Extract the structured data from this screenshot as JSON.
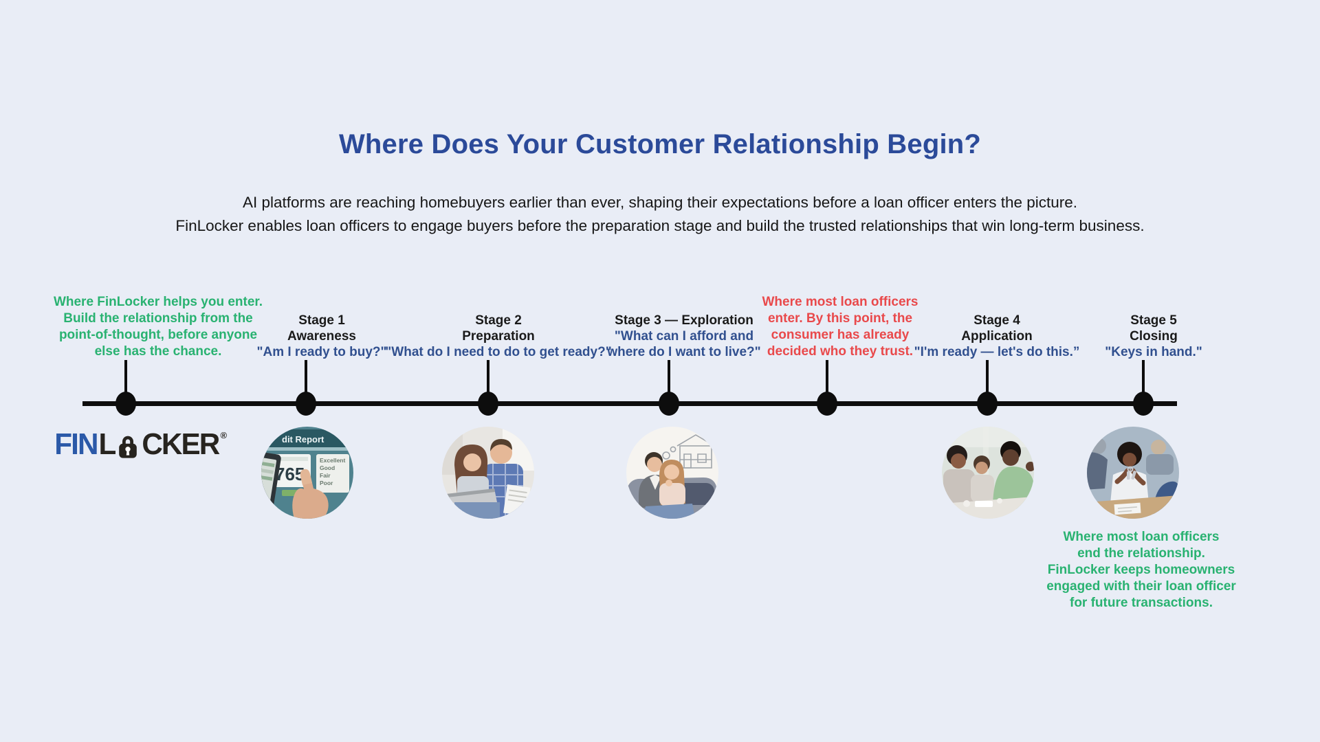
{
  "page": {
    "background": "#E9EDF6"
  },
  "colors": {
    "title_blue": "#2B4A99",
    "quote_navy": "#31508F",
    "callout_green": "#29B271",
    "callout_red": "#E9494B",
    "text_black": "#151515",
    "timeline_black": "#0D0D0D",
    "logo_blue": "#2B59A8",
    "logo_dark": "#27241F"
  },
  "header": {
    "title": "Where Does Your Customer Relationship Begin?",
    "subtitle_line1": "AI platforms are reaching homebuyers earlier than ever, shaping their expectations before a loan officer enters the picture.",
    "subtitle_line2": "FinLocker enables loan officers to engage buyers before the preparation stage and build the trusted relationships that win long-term business."
  },
  "timeline": {
    "nodes": [
      {
        "kind": "green-callout",
        "lines": [
          "Where FinLocker helps you enter.",
          "Build the relationship from the",
          "point-of-thought, before anyone",
          "else has the chance."
        ]
      },
      {
        "kind": "stage",
        "title": "Stage 1",
        "name": "Awareness",
        "quote": "\"Am I ready to buy?\""
      },
      {
        "kind": "stage",
        "title": "Stage 2",
        "name": "Preparation",
        "quote": "\"What do I need to do to get ready?\""
      },
      {
        "kind": "stage",
        "title": "Stage 3 — Exploration",
        "quote_line1": "\"What can I afford and",
        "quote_line2": "where do I want to live?\""
      },
      {
        "kind": "red-callout",
        "lines": [
          "Where most loan officers",
          "enter. By this point, the",
          "consumer has already",
          "decided who they trust."
        ]
      },
      {
        "kind": "stage",
        "title": "Stage 4",
        "name": "Application",
        "quote": "\"I'm ready — let's do this.”"
      },
      {
        "kind": "stage",
        "title": "Stage 5",
        "name": "Closing",
        "quote": "\"Keys in hand.\""
      }
    ]
  },
  "logo": {
    "fin": "FIN",
    "l": "L",
    "cker": "CKER",
    "registered": "®"
  },
  "photos": [
    {
      "name": "credit-report-photo",
      "description": "Finger pointing to a 765 credit score on a screen",
      "header_text": "dit Report",
      "score": "765",
      "ratings": [
        "Excellent",
        "Good",
        "Fair",
        "Poor"
      ]
    },
    {
      "name": "couple-laptop-photo",
      "description": "Couple reviewing documents with a laptop"
    },
    {
      "name": "couple-dreaming-photo",
      "description": "Couple on a couch imagining their future home"
    },
    {
      "name": "family-application-photo",
      "description": "Family meeting with a loan officer at a table"
    },
    {
      "name": "keys-in-hand-photo",
      "description": "Homebuyer celebrating with keys in hand"
    }
  ],
  "footer": {
    "lines": [
      "Where most loan officers",
      "end the relationship.",
      "FinLocker keeps homeowners",
      "engaged with their loan officer",
      "for future transactions."
    ]
  }
}
